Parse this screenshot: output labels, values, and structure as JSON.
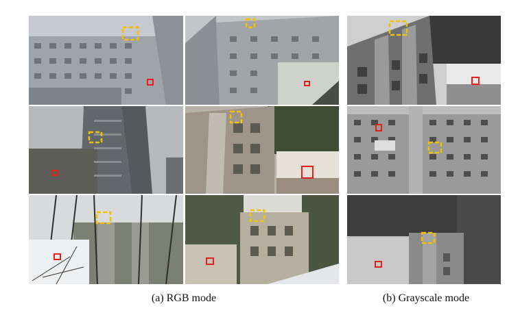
{
  "figure": {
    "captions": {
      "rgb": "(a) RGB mode",
      "grayscale": "(b) Grayscale mode"
    },
    "panels_rgb": [
      "building-facade",
      "building-facade",
      "building-facade",
      "building-facade",
      "building-facade",
      "building-facade"
    ],
    "panels_grayscale": [
      "building-facade",
      "building-facade",
      "building-facade"
    ],
    "colors": {
      "dashed_box": "#f2c200",
      "solid_box": "#e61e1e"
    }
  }
}
